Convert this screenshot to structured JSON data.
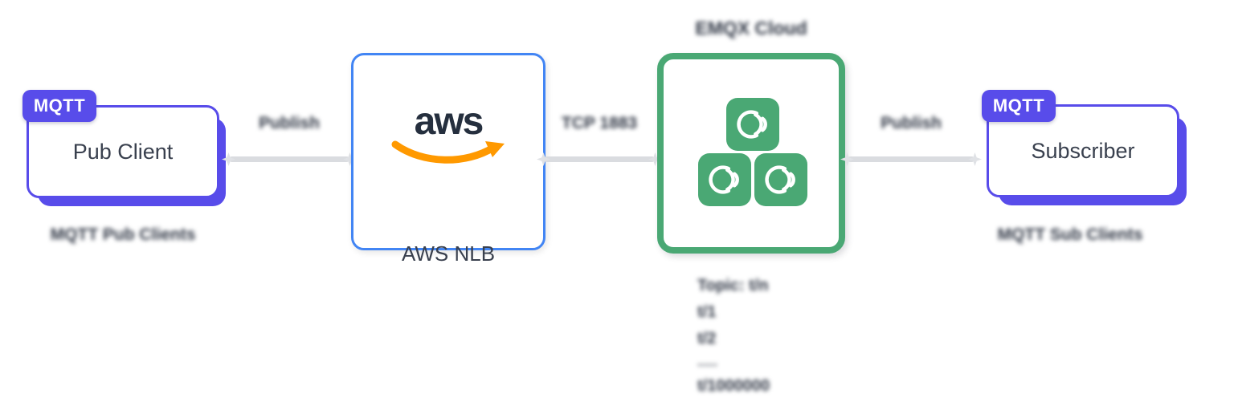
{
  "left_client": {
    "badge": "MQTT",
    "name": "Pub Client",
    "caption": "MQTT Pub Clients"
  },
  "right_client": {
    "badge": "MQTT",
    "name": "Subscriber",
    "caption": "MQTT Sub Clients"
  },
  "nlb": {
    "logo_text": "aws",
    "label": "AWS NLB"
  },
  "cluster": {
    "title": "EMQX Cloud",
    "node_count": 3,
    "node_icon": "emqx-logo",
    "topics": [
      "Topic: t/n",
      "t/1",
      "t/2",
      "......",
      "t/1000000"
    ]
  },
  "arrows": [
    {
      "label": "Publish"
    },
    {
      "label": "TCP 1883"
    },
    {
      "label": "Publish"
    }
  ],
  "colors": {
    "purple": "#584CEA",
    "green": "#4AA874",
    "blue": "#4285F4",
    "aws_orange": "#FF9900",
    "aws_dark": "#252F3E",
    "arrow_gray": "#DADCE0",
    "text_dark": "#2F3644"
  }
}
